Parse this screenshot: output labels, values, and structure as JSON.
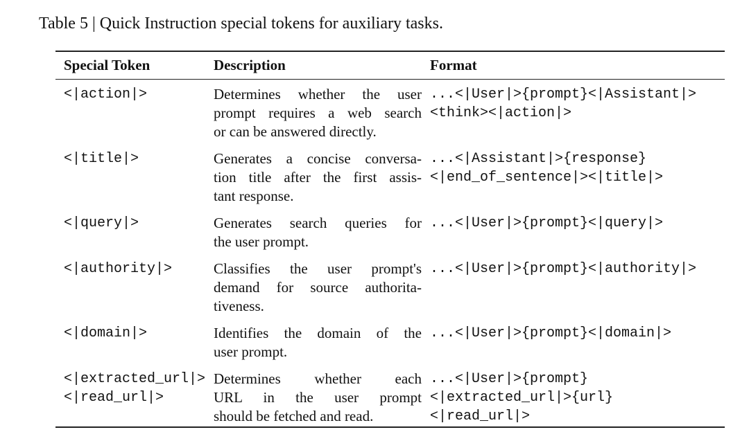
{
  "caption": "Table 5 | Quick Instruction special tokens for auxiliary tasks.",
  "table": {
    "headers": [
      "Special Token",
      "Description",
      "Format"
    ],
    "rows": [
      {
        "token": [
          "<|action|>"
        ],
        "description": [
          "Determines whether the user",
          "prompt requires a web search",
          "or can be answered directly."
        ],
        "format": [
          "...<|User|>{prompt}<|Assistant|>",
          "<think><|action|>"
        ]
      },
      {
        "token": [
          "<|title|>"
        ],
        "description": [
          "Generates a concise conversa-",
          "tion title after the first assis-",
          "tant response."
        ],
        "format": [
          "...<|Assistant|>{response}",
          "<|end_of_sentence|><|title|>"
        ]
      },
      {
        "token": [
          "<|query|>"
        ],
        "description": [
          "Generates search queries for",
          "the user prompt."
        ],
        "format": [
          "...<|User|>{prompt}<|query|>"
        ]
      },
      {
        "token": [
          "<|authority|>"
        ],
        "description": [
          "Classifies the user prompt's",
          "demand for source authorita-",
          "tiveness."
        ],
        "format": [
          "...<|User|>{prompt}<|authority|>"
        ]
      },
      {
        "token": [
          "<|domain|>"
        ],
        "description": [
          "Identifies the domain of the",
          "user prompt."
        ],
        "format": [
          "...<|User|>{prompt}<|domain|>"
        ]
      },
      {
        "token": [
          "<|extracted_url|>",
          "<|read_url|>"
        ],
        "description": [
          "Determines whether each",
          "URL in the user prompt",
          "should be fetched and read."
        ],
        "format": [
          "...<|User|>{prompt}",
          "<|extracted_url|>{url}",
          "<|read_url|>"
        ]
      }
    ]
  }
}
